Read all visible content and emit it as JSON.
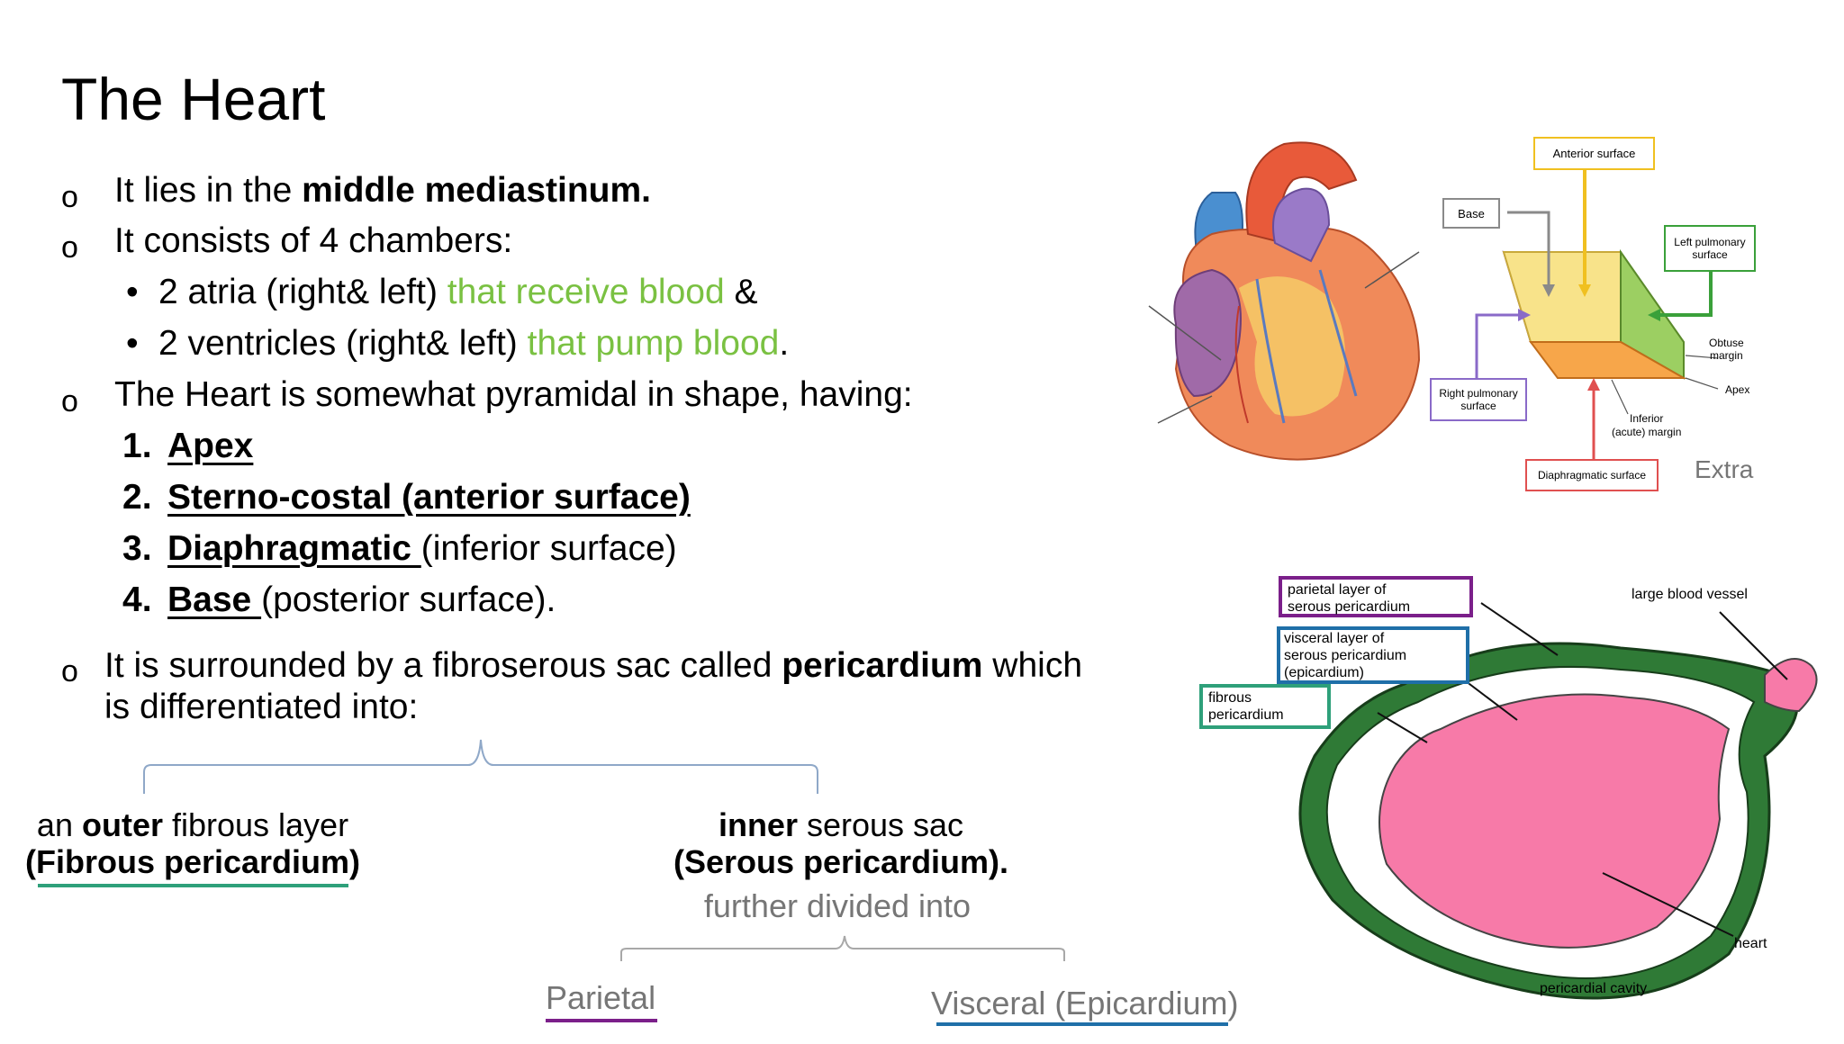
{
  "slide": {
    "title": "The Heart",
    "bullets": {
      "b1_pre": "It lies in the ",
      "b1_bold": "middle mediastinum.",
      "b2": "It consists of 4 chambers:",
      "sub1_pre": "2 atria (right& left) ",
      "sub1_green": "that receive blood",
      "sub1_post": " &",
      "sub2_pre": "2 ventricles (right& left) ",
      "sub2_green": "that pump blood",
      "sub2_post": ".",
      "b3": "The Heart is somewhat pyramidal in shape, having:",
      "b4_pre": "It is surrounded by a fibroserous sac called ",
      "b4_bold": "pericardium",
      "b4_post": "  which",
      "b4_line2": "is differentiated into:"
    },
    "numbered": [
      {
        "n": "1.",
        "term": "Apex",
        "rest": ""
      },
      {
        "n": "2.",
        "term": "Sterno-costal (anterior surface)",
        "rest": ""
      },
      {
        "n": "3.",
        "term": "Diaphragmatic ",
        "rest": "(inferior surface)"
      },
      {
        "n": "4.",
        "term": "Base ",
        "rest": "(posterior surface)."
      }
    ],
    "outer": {
      "pre": "an ",
      "bold": "outer",
      "post": " fibrous layer",
      "line2": "(Fibrous pericardium)"
    },
    "inner": {
      "bold": "inner",
      "post": " serous sac",
      "line2": "(Serous pericardium).",
      "line3": "further divided into"
    },
    "parietal": "Parietal",
    "visceral": "Visceral (Epicardium)",
    "extra": "Extra"
  },
  "heart_diagram": {
    "anterior_surface": "Anterior surface",
    "base": "Base",
    "left_pulmonary_1": "Left pulmonary",
    "left_pulmonary_2": "surface",
    "obtuse_1": "Obtuse",
    "obtuse_2": "margin",
    "apex": "Apex",
    "right_pulmonary_1": "Right pulmonary",
    "right_pulmonary_2": "surface",
    "inferior_1": "Inferior",
    "inferior_2": "(acute) margin",
    "diaphragmatic": "Diaphragmatic surface"
  },
  "pericardium_diagram": {
    "parietal_1": "parietal layer of",
    "parietal_2": "serous pericardium",
    "visceral_1": "visceral layer of",
    "visceral_2": "serous pericardium",
    "visceral_3": "(epicardium)",
    "fibrous_1": "fibrous",
    "fibrous_2": "pericardium",
    "large_vessel": "large blood vessel",
    "heart": "heart",
    "cavity": "pericardial cavity"
  },
  "colors": {
    "green_text": "#7ac142",
    "teal_underline": "#2ea07a",
    "purple_underline": "#7b1f8a",
    "blue_underline": "#1f6fa8",
    "pink_heart": "#f77aa8"
  }
}
